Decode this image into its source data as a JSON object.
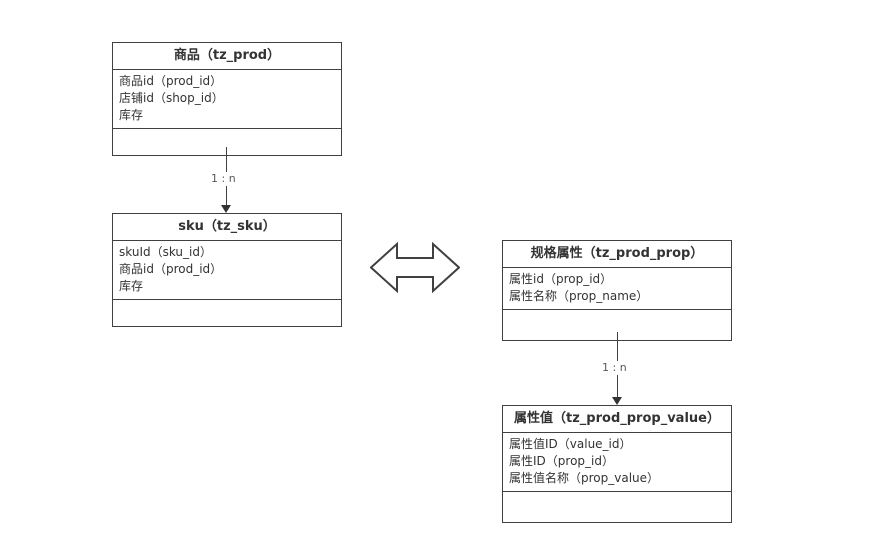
{
  "diagram": {
    "tables": [
      {
        "title": "商品（tz_prod）",
        "rows": [
          "商品id（prod_id）",
          "店铺id（shop_id）",
          "库存"
        ]
      },
      {
        "title": "sku（tz_sku）",
        "rows": [
          "skuId（sku_id）",
          "商品id（prod_id）",
          "库存"
        ]
      },
      {
        "title": "规格属性（tz_prod_prop）",
        "rows": [
          "属性id（prop_id）",
          "属性名称（prop_name）"
        ]
      },
      {
        "title": "属性值（tz_prod_prop_value）",
        "rows": [
          "属性值ID（value_id）",
          "属性ID（prop_id）",
          "属性值名称（prop_value）"
        ]
      }
    ],
    "connectors": [
      {
        "label": "1 : n",
        "from": "商品（tz_prod）",
        "to": "sku（tz_sku）"
      },
      {
        "label": "1 : n",
        "from": "规格属性（tz_prod_prop）",
        "to": "属性值（tz_prod_prop_value）"
      }
    ],
    "colors": {
      "border": "#404040",
      "text": "#333333",
      "connector_label": "#595959",
      "background": "#ffffff"
    }
  }
}
